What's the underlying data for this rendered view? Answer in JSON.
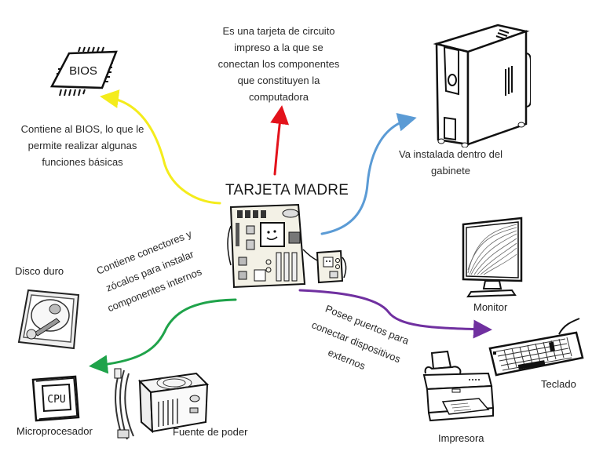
{
  "center": {
    "title": "TARJETA MADRE",
    "icon": "motherboard-illustration"
  },
  "branches": [
    {
      "id": "bios",
      "color": "#f4ec1c",
      "description_lines": [
        "Contiene al BIOS, lo que le",
        "permite realizar algunas",
        "funciones básicas"
      ],
      "items": [
        {
          "label": "BIOS",
          "icon": "bios-chip-icon"
        }
      ]
    },
    {
      "id": "definition",
      "color": "#e3121b",
      "description_lines": [
        "Es una tarjeta de circuito",
        "impreso a la que se",
        "conectan los componentes",
        "que constituyen la",
        "computadora"
      ],
      "items": []
    },
    {
      "id": "gabinete",
      "color": "#5b9bd5",
      "description_lines": [
        "Va instalada dentro del",
        "gabinete"
      ],
      "items": [
        {
          "label": "",
          "icon": "computer-case-icon"
        }
      ]
    },
    {
      "id": "internos",
      "color": "#1fa34a",
      "description_lines": [
        "Contiene conectores y",
        "zócalos para instalar",
        "componentes internos"
      ],
      "items": [
        {
          "label": "Disco duro",
          "icon": "hard-disk-icon"
        },
        {
          "label": "Microprocesador",
          "icon": "cpu-icon",
          "icon_text": "CPU"
        },
        {
          "label": "Fuente de poder",
          "icon": "power-supply-icon"
        }
      ]
    },
    {
      "id": "externos",
      "color": "#7030a0",
      "description_lines": [
        "Posee puertos para",
        "conectar dispositivos",
        "externos"
      ],
      "items": [
        {
          "label": "Monitor",
          "icon": "monitor-icon"
        },
        {
          "label": "Teclado",
          "icon": "keyboard-icon"
        },
        {
          "label": "Impresora",
          "icon": "printer-icon"
        }
      ]
    }
  ]
}
